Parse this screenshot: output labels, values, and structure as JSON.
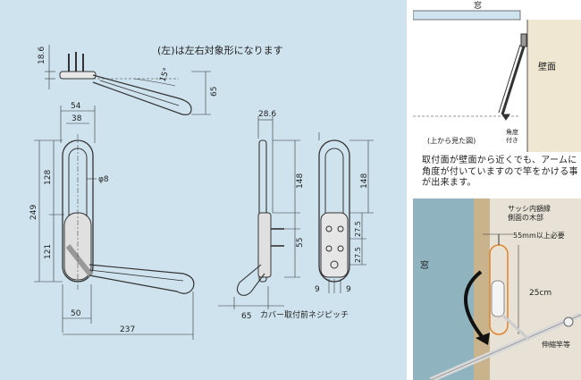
{
  "drawing": {
    "background": "#cfe3ee",
    "note": "(左)は左右対象形になります",
    "dims": {
      "d_18_6": "18.6",
      "d_15deg": "15°",
      "d_65_top": "65",
      "d_54": "54",
      "d_38": "38",
      "d_phi8": "φ8",
      "d_249": "249",
      "d_128": "128",
      "d_121": "121",
      "d_50": "50",
      "d_237": "237",
      "d_28_6": "28.6",
      "d_148_side": "148",
      "d_55": "55",
      "d_65_bottom": "65",
      "d_148_back": "148",
      "d_27_5a": "27.5",
      "d_27_5b": "27.5",
      "d_9_left": "9",
      "d_9_right": "9"
    },
    "cover_note": "カバー取付前ネジピッチ"
  },
  "plan": {
    "window_label": "窓",
    "wall_label": "壁面",
    "view_caption": "(上から見た図)",
    "angle_label_1": "角度",
    "angle_label_2": "付き"
  },
  "description": "取付面が壁面から近くでも、アームに角度が付いていますので竿をかける事が出来ます。",
  "photo": {
    "frame_label_1": "サッシ内額縁",
    "frame_label_2": "側面の木部",
    "clearance_label": "55mm以上必要",
    "window_label": "窓",
    "dim_25cm": "25cm",
    "pole_label": "伸縮竿等"
  }
}
